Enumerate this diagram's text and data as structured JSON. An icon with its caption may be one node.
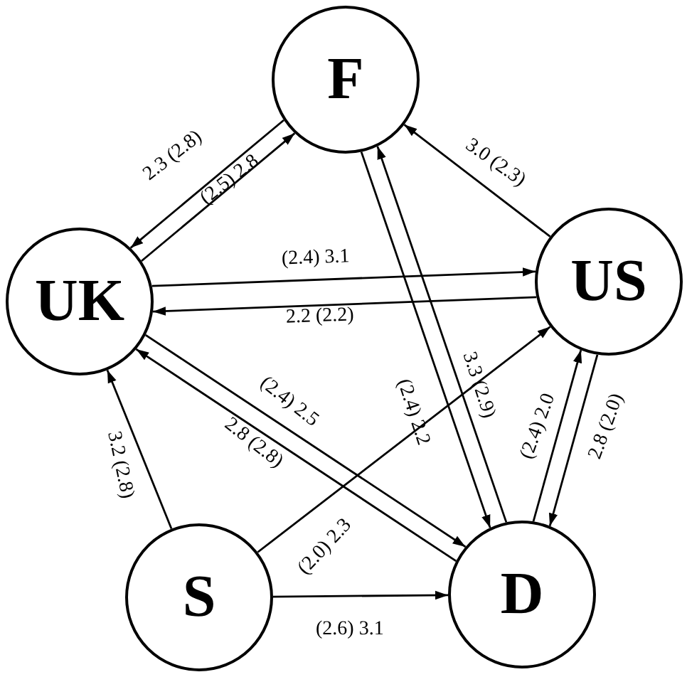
{
  "diagram": {
    "nodes": [
      {
        "text": [
          "F"
        ]
      },
      {
        "text": [
          "UK"
        ]
      },
      {
        "text": [
          "US"
        ]
      },
      {
        "text": [
          "S"
        ]
      },
      {
        "text": [
          "D"
        ]
      }
    ],
    "edges": [
      {
        "from": 0,
        "to": 1,
        "arrow": "to",
        "label": "2.3 (2.8)"
      },
      {
        "from": 1,
        "to": 0,
        "arrow": "to",
        "label": "(2.5) 2.8"
      },
      {
        "from": 2,
        "to": 0,
        "arrow": "to",
        "label": "3.0 (2.3)"
      },
      {
        "from": 1,
        "to": 2,
        "arrow": "to",
        "label": "(2.4) 3.1"
      },
      {
        "from": 2,
        "to": 1,
        "arrow": "to",
        "label": "2.2 (2.2)"
      },
      {
        "from": 0,
        "to": 4,
        "arrow": "to",
        "label": "(2.4) 2.2"
      },
      {
        "from": 4,
        "to": 0,
        "arrow": "to",
        "label": "3.3 (2.9)"
      },
      {
        "from": 1,
        "to": 4,
        "arrow": "to",
        "label": "(2.4) 2.5"
      },
      {
        "from": 4,
        "to": 1,
        "arrow": "to",
        "label": "2.8 (2.8)"
      },
      {
        "from": 3,
        "to": 1,
        "arrow": "to",
        "label": "3.2 (2.8)"
      },
      {
        "from": 3,
        "to": 2,
        "arrow": "to",
        "label": "(2.0) 2.3"
      },
      {
        "from": 3,
        "to": 4,
        "arrow": "to",
        "label": "(2.6) 3.1"
      },
      {
        "from": 4,
        "to": 2,
        "arrow": "to",
        "label": "(2.4) 2.0"
      },
      {
        "from": 2,
        "to": 4,
        "arrow": "to",
        "label": "2.8 (2.0)"
      }
    ]
  }
}
